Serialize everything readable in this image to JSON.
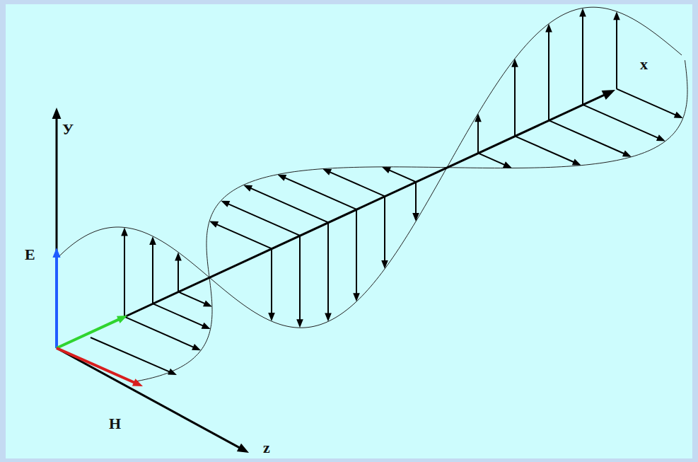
{
  "diagram": {
    "labels": [
      "У",
      "E",
      "x",
      "H",
      "z"
    ]
  }
}
